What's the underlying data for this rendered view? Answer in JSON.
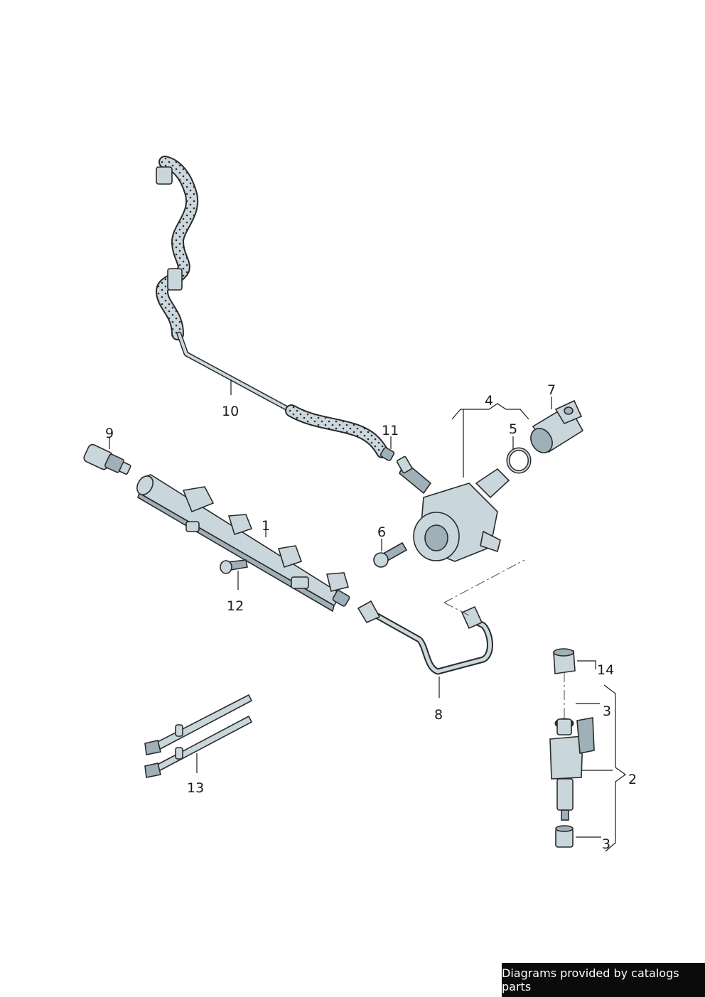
{
  "callouts": [
    {
      "id": "1",
      "label": "1"
    },
    {
      "id": "2",
      "label": "2"
    },
    {
      "id": "3a",
      "label": "3"
    },
    {
      "id": "3b",
      "label": "3"
    },
    {
      "id": "4",
      "label": "4"
    },
    {
      "id": "5",
      "label": "5"
    },
    {
      "id": "6",
      "label": "6"
    },
    {
      "id": "7",
      "label": "7"
    },
    {
      "id": "8",
      "label": "8"
    },
    {
      "id": "9",
      "label": "9"
    },
    {
      "id": "10",
      "label": "10"
    },
    {
      "id": "11",
      "label": "11"
    },
    {
      "id": "12",
      "label": "12"
    },
    {
      "id": "13",
      "label": "13"
    },
    {
      "id": "14",
      "label": "14"
    }
  ],
  "watermark": "Diagrams provided by catalogs parts"
}
